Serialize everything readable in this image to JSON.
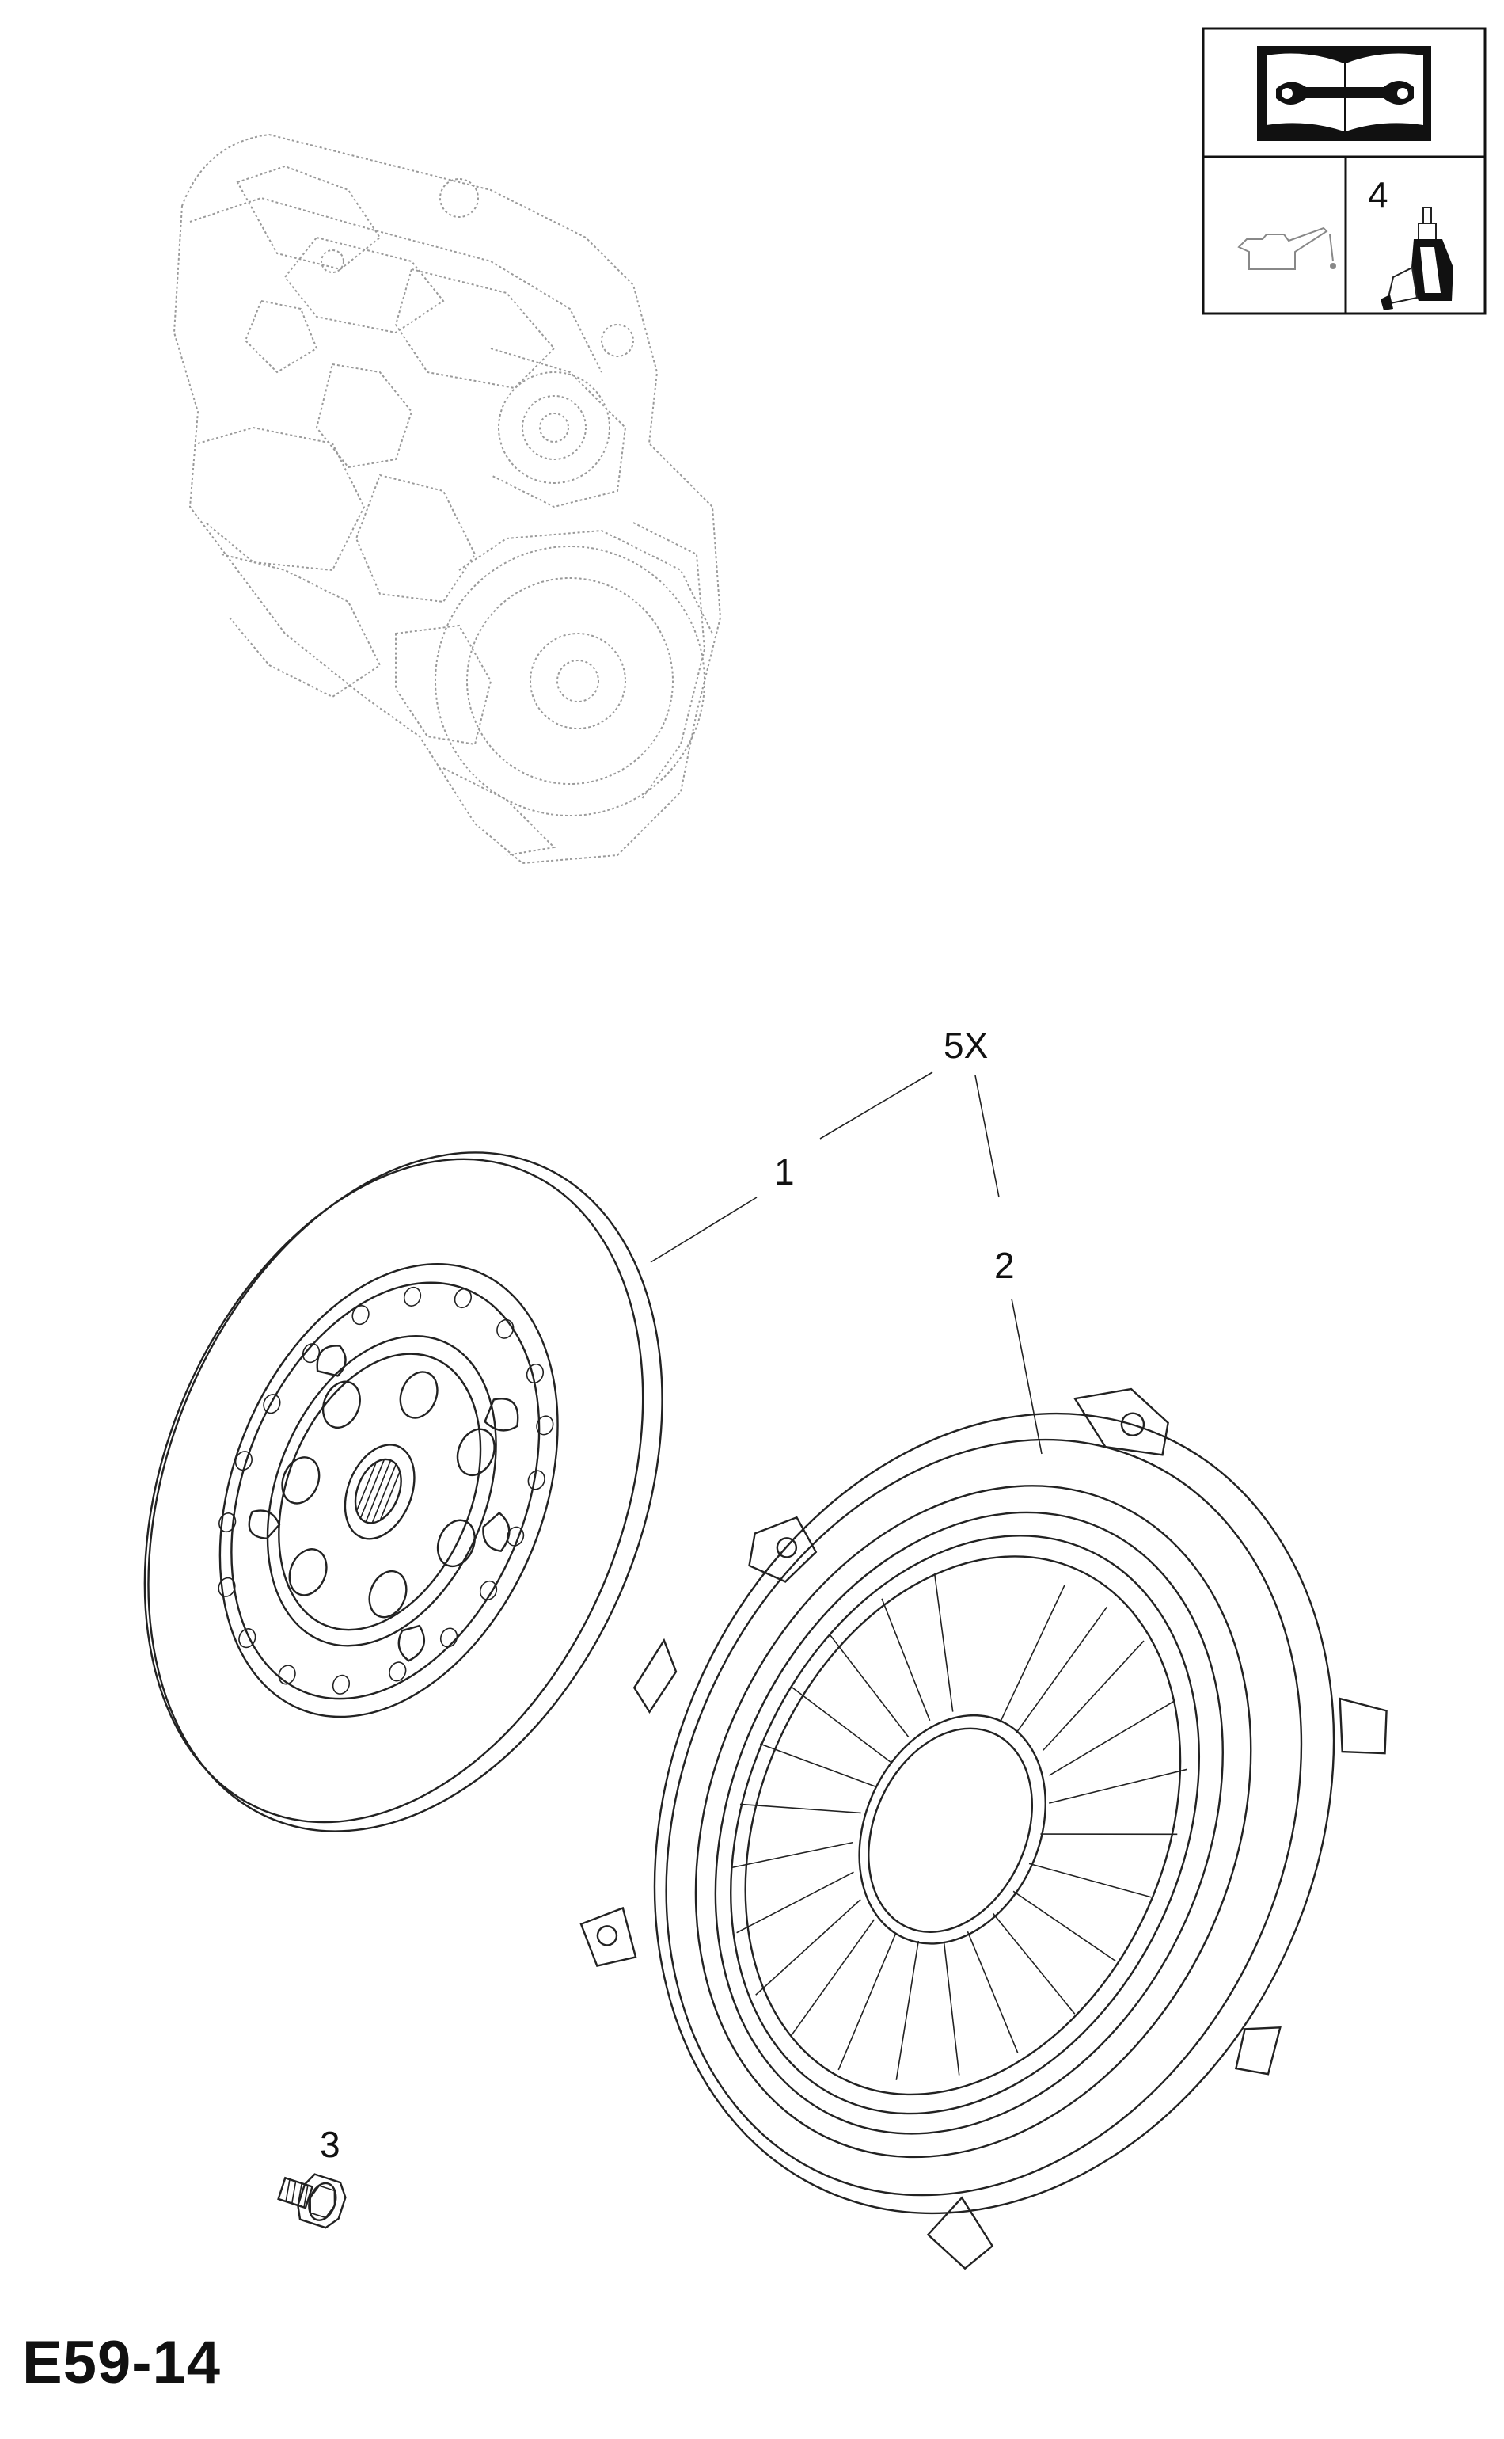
{
  "figure_id": "E59-14",
  "callouts": {
    "part_1": "1",
    "part_2": "2",
    "part_3": "3",
    "part_4": "4",
    "quantity": "5X"
  },
  "icons": {
    "manual": "book-wrench-icon",
    "oil": "oil-can-icon",
    "adhesive": "adhesive-bottle-icon"
  },
  "colors": {
    "ink": "#222222",
    "engine_shading": "#9a9a9a",
    "background": "#ffffff"
  }
}
